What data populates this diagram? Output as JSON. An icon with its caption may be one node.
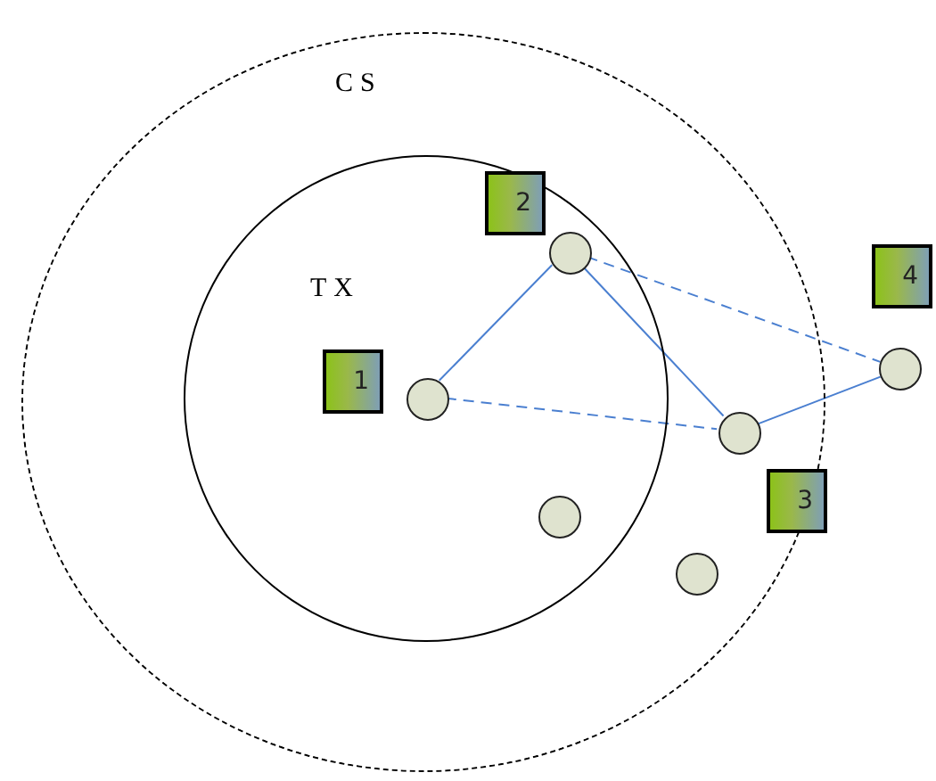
{
  "diagram": {
    "nodes": [
      {
        "text": [
          "CS"
        ]
      },
      {
        "text": [
          "TX"
        ],
        "in": 0
      },
      {
        "text": [
          "2"
        ],
        "in": 1
      },
      {
        "text": [
          "4"
        ]
      },
      {
        "text": [
          "1"
        ],
        "in": 1
      },
      {
        "text": [
          "3"
        ],
        "in": 0
      },
      {
        "text": [],
        "shape": "circle",
        "in": 1
      },
      {
        "text": [],
        "shape": "circle",
        "in": 1
      },
      {
        "text": [],
        "shape": "circle",
        "in": 0
      },
      {
        "text": [],
        "shape": "circle"
      },
      {
        "text": [],
        "shape": "circle",
        "in": 1
      },
      {
        "text": [],
        "shape": "circle",
        "in": 0
      }
    ],
    "edges": [
      {
        "from": 7,
        "to": 6,
        "arrow": "none"
      },
      {
        "from": 6,
        "to": 8,
        "arrow": "none"
      },
      {
        "from": 8,
        "to": 9,
        "arrow": "none"
      },
      {
        "from": 7,
        "to": 8,
        "arrow": "none",
        "style": "dashed"
      },
      {
        "from": 6,
        "to": 9,
        "arrow": "none",
        "style": "dashed"
      }
    ]
  }
}
